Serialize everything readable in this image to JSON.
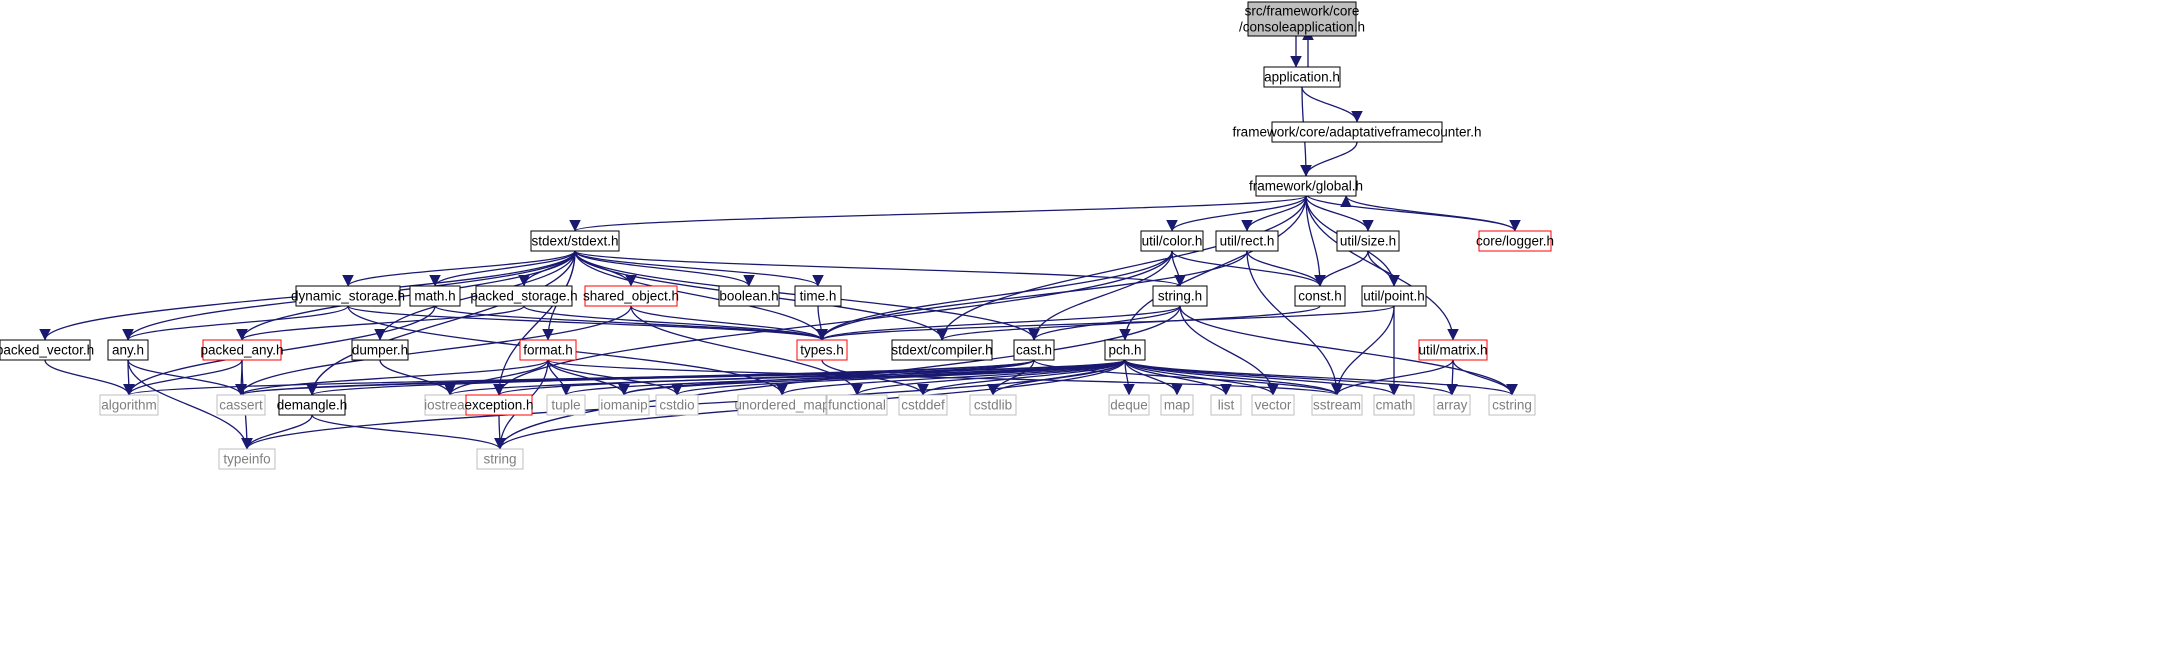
{
  "colors": {
    "root_fill": "#bfbfbf",
    "root_stroke": "#000000",
    "node_stroke": "#000000",
    "truncated_stroke": "#ff0000",
    "system_stroke": "#bfbfbf",
    "system_text": "#7f7f7f",
    "edge": "#191970",
    "text": "#000000"
  },
  "nodes": [
    {
      "id": "root",
      "label": "src/framework/core",
      "label2": "/consoleapplication.h",
      "kind": "root"
    },
    {
      "id": "application",
      "label": "application.h",
      "kind": "normal"
    },
    {
      "id": "afc",
      "label": "framework/core/adaptativeframecounter.h",
      "kind": "normal"
    },
    {
      "id": "global",
      "label": "framework/global.h",
      "kind": "normal"
    },
    {
      "id": "stdext",
      "label": "stdext/stdext.h",
      "kind": "normal"
    },
    {
      "id": "color",
      "label": "util/color.h",
      "kind": "normal"
    },
    {
      "id": "rect",
      "label": "util/rect.h",
      "kind": "normal"
    },
    {
      "id": "size",
      "label": "util/size.h",
      "kind": "normal"
    },
    {
      "id": "logger",
      "label": "core/logger.h",
      "kind": "truncated"
    },
    {
      "id": "dynstore",
      "label": "dynamic_storage.h",
      "kind": "normal"
    },
    {
      "id": "math",
      "label": "math.h",
      "kind": "normal"
    },
    {
      "id": "packstore",
      "label": "packed_storage.h",
      "kind": "normal"
    },
    {
      "id": "sharedobj",
      "label": "shared_object.h",
      "kind": "truncated"
    },
    {
      "id": "boolean",
      "label": "boolean.h",
      "kind": "normal"
    },
    {
      "id": "time",
      "label": "time.h",
      "kind": "normal"
    },
    {
      "id": "string_h",
      "label": "string.h",
      "kind": "normal"
    },
    {
      "id": "const",
      "label": "const.h",
      "kind": "normal"
    },
    {
      "id": "point",
      "label": "util/point.h",
      "kind": "normal"
    },
    {
      "id": "packvec",
      "label": "packed_vector.h",
      "kind": "normal"
    },
    {
      "id": "any",
      "label": "any.h",
      "kind": "normal"
    },
    {
      "id": "packany",
      "label": "packed_any.h",
      "kind": "truncated"
    },
    {
      "id": "dumper",
      "label": "dumper.h",
      "kind": "normal"
    },
    {
      "id": "format",
      "label": "format.h",
      "kind": "truncated"
    },
    {
      "id": "types",
      "label": "types.h",
      "kind": "truncated"
    },
    {
      "id": "compiler",
      "label": "stdext/compiler.h",
      "kind": "normal"
    },
    {
      "id": "cast",
      "label": "cast.h",
      "kind": "normal"
    },
    {
      "id": "pch",
      "label": "pch.h",
      "kind": "normal"
    },
    {
      "id": "matrix",
      "label": "util/matrix.h",
      "kind": "truncated"
    },
    {
      "id": "algorithm",
      "label": "algorithm",
      "kind": "system"
    },
    {
      "id": "cassert",
      "label": "cassert",
      "kind": "system"
    },
    {
      "id": "demangle",
      "label": "demangle.h",
      "kind": "normal"
    },
    {
      "id": "iostream",
      "label": "iostream",
      "kind": "system"
    },
    {
      "id": "exception",
      "label": "exception.h",
      "kind": "truncated"
    },
    {
      "id": "tuple",
      "label": "tuple",
      "kind": "system"
    },
    {
      "id": "iomanip",
      "label": "iomanip",
      "kind": "system"
    },
    {
      "id": "cstdio",
      "label": "cstdio",
      "kind": "system"
    },
    {
      "id": "unordered_map",
      "label": "unordered_map",
      "kind": "system"
    },
    {
      "id": "functional",
      "label": "functional",
      "kind": "system"
    },
    {
      "id": "cstddef",
      "label": "cstddef",
      "kind": "system"
    },
    {
      "id": "cstdlib",
      "label": "cstdlib",
      "kind": "system"
    },
    {
      "id": "deque",
      "label": "deque",
      "kind": "system"
    },
    {
      "id": "map",
      "label": "map",
      "kind": "system"
    },
    {
      "id": "list",
      "label": "list",
      "kind": "system"
    },
    {
      "id": "vector",
      "label": "vector",
      "kind": "system"
    },
    {
      "id": "sstream",
      "label": "sstream",
      "kind": "system"
    },
    {
      "id": "cmath",
      "label": "cmath",
      "kind": "system"
    },
    {
      "id": "array",
      "label": "array",
      "kind": "system"
    },
    {
      "id": "cstring",
      "label": "cstring",
      "kind": "system"
    },
    {
      "id": "typeinfo",
      "label": "typeinfo",
      "kind": "system"
    },
    {
      "id": "string_sys",
      "label": "string",
      "kind": "system"
    }
  ],
  "edges": [
    [
      "root",
      "application"
    ],
    [
      "application",
      "root"
    ],
    [
      "application",
      "afc"
    ],
    [
      "application",
      "global"
    ],
    [
      "afc",
      "global"
    ],
    [
      "global",
      "stdext"
    ],
    [
      "global",
      "color"
    ],
    [
      "global",
      "rect"
    ],
    [
      "global",
      "size"
    ],
    [
      "global",
      "logger"
    ],
    [
      "logger",
      "global"
    ],
    [
      "global",
      "const"
    ],
    [
      "global",
      "point"
    ],
    [
      "global",
      "compiler"
    ],
    [
      "global",
      "pch"
    ],
    [
      "global",
      "matrix"
    ],
    [
      "stdext",
      "packvec"
    ],
    [
      "stdext",
      "any"
    ],
    [
      "stdext",
      "packany"
    ],
    [
      "stdext",
      "dynstore"
    ],
    [
      "stdext",
      "math"
    ],
    [
      "stdext",
      "packstore"
    ],
    [
      "stdext",
      "sharedobj"
    ],
    [
      "stdext",
      "boolean"
    ],
    [
      "stdext",
      "time"
    ],
    [
      "stdext",
      "string_h"
    ],
    [
      "stdext",
      "types"
    ],
    [
      "stdext",
      "compiler"
    ],
    [
      "stdext",
      "cast"
    ],
    [
      "stdext",
      "demangle"
    ],
    [
      "stdext",
      "dumper"
    ],
    [
      "stdext",
      "format"
    ],
    [
      "stdext",
      "exception"
    ],
    [
      "color",
      "types"
    ],
    [
      "color",
      "const"
    ],
    [
      "color",
      "string_h"
    ],
    [
      "color",
      "cast"
    ],
    [
      "color",
      "exception"
    ],
    [
      "rect",
      "types"
    ],
    [
      "rect",
      "const"
    ],
    [
      "rect",
      "sstream"
    ],
    [
      "size",
      "const"
    ],
    [
      "size",
      "point"
    ],
    [
      "dynstore",
      "types"
    ],
    [
      "dynstore",
      "any"
    ],
    [
      "dynstore",
      "unordered_map"
    ],
    [
      "math",
      "types"
    ],
    [
      "math",
      "algorithm"
    ],
    [
      "packstore",
      "types"
    ],
    [
      "packstore",
      "packany"
    ],
    [
      "sharedobj",
      "types"
    ],
    [
      "sharedobj",
      "cassert"
    ],
    [
      "sharedobj",
      "functional"
    ],
    [
      "time",
      "types"
    ],
    [
      "string_h",
      "types"
    ],
    [
      "string_h",
      "cast"
    ],
    [
      "string_h",
      "vector"
    ],
    [
      "string_h",
      "cstring"
    ],
    [
      "string_h",
      "string_sys"
    ],
    [
      "point",
      "types"
    ],
    [
      "point",
      "sstream"
    ],
    [
      "point",
      "cmath"
    ],
    [
      "const",
      "compiler"
    ],
    [
      "packvec",
      "algorithm"
    ],
    [
      "any",
      "algorithm"
    ],
    [
      "any",
      "cassert"
    ],
    [
      "any",
      "typeinfo"
    ],
    [
      "packany",
      "algorithm"
    ],
    [
      "packany",
      "cassert"
    ],
    [
      "packany",
      "typeinfo"
    ],
    [
      "dumper",
      "iostream"
    ],
    [
      "format",
      "cassert"
    ],
    [
      "format",
      "iostream"
    ],
    [
      "format",
      "tuple"
    ],
    [
      "format",
      "iomanip"
    ],
    [
      "format",
      "cstdio"
    ],
    [
      "format",
      "sstream"
    ],
    [
      "format",
      "string_sys"
    ],
    [
      "types",
      "cstddef"
    ],
    [
      "cast",
      "sstream"
    ],
    [
      "cast",
      "exception"
    ],
    [
      "cast",
      "cstdlib"
    ],
    [
      "cast",
      "demangle"
    ],
    [
      "cast",
      "iomanip"
    ],
    [
      "cast",
      "cassert"
    ],
    [
      "pch",
      "algorithm"
    ],
    [
      "pch",
      "cassert"
    ],
    [
      "pch",
      "iostream"
    ],
    [
      "pch",
      "tuple"
    ],
    [
      "pch",
      "iomanip"
    ],
    [
      "pch",
      "cstdio"
    ],
    [
      "pch",
      "unordered_map"
    ],
    [
      "pch",
      "functional"
    ],
    [
      "pch",
      "cstddef"
    ],
    [
      "pch",
      "cstdlib"
    ],
    [
      "pch",
      "deque"
    ],
    [
      "pch",
      "map"
    ],
    [
      "pch",
      "list"
    ],
    [
      "pch",
      "vector"
    ],
    [
      "pch",
      "sstream"
    ],
    [
      "pch",
      "cmath"
    ],
    [
      "pch",
      "array"
    ],
    [
      "pch",
      "cstring"
    ],
    [
      "pch",
      "typeinfo"
    ],
    [
      "pch",
      "string_sys"
    ],
    [
      "matrix",
      "sstream"
    ],
    [
      "matrix",
      "array"
    ],
    [
      "matrix",
      "cstring"
    ],
    [
      "demangle",
      "typeinfo"
    ],
    [
      "demangle",
      "string_sys"
    ],
    [
      "exception",
      "string_sys"
    ]
  ]
}
